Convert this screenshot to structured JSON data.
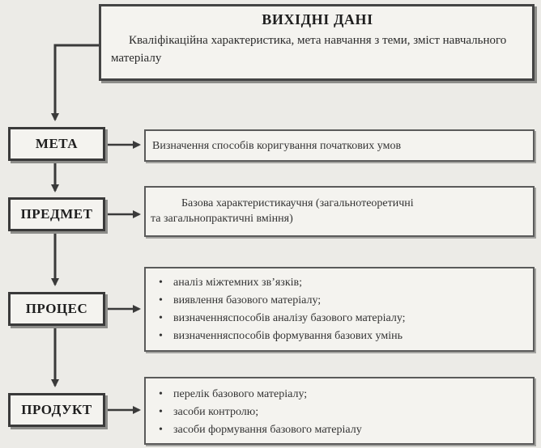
{
  "header": {
    "title": "ВИХІДНІ ДАНІ",
    "text": "Кваліфікаційна характеристика, мета навчання з теми, зміст навчального матеріалу"
  },
  "stages": {
    "meta": {
      "label": "МЕТА",
      "description": "Визначення способів коригування початкових умов"
    },
    "predmet": {
      "label": "ПРЕДМЕТ",
      "description_line1": "Базова характеристикаучня (загальнотеоретичні",
      "description_line2": "та загальнопрактичні вміння)"
    },
    "protses": {
      "label": "ПРОЦЕС",
      "items": [
        "аналіз міжтемних зв’язків;",
        "виявлення базового матеріалу;",
        "визначенняспособів аналізу базового матеріалу;",
        "визначенняспособів формування базових умінь"
      ]
    },
    "produkt": {
      "label": "ПРОДУКТ",
      "items": [
        "перелік базового матеріалу;",
        "засоби контролю;",
        "засоби формування базового матеріалу"
      ]
    }
  }
}
